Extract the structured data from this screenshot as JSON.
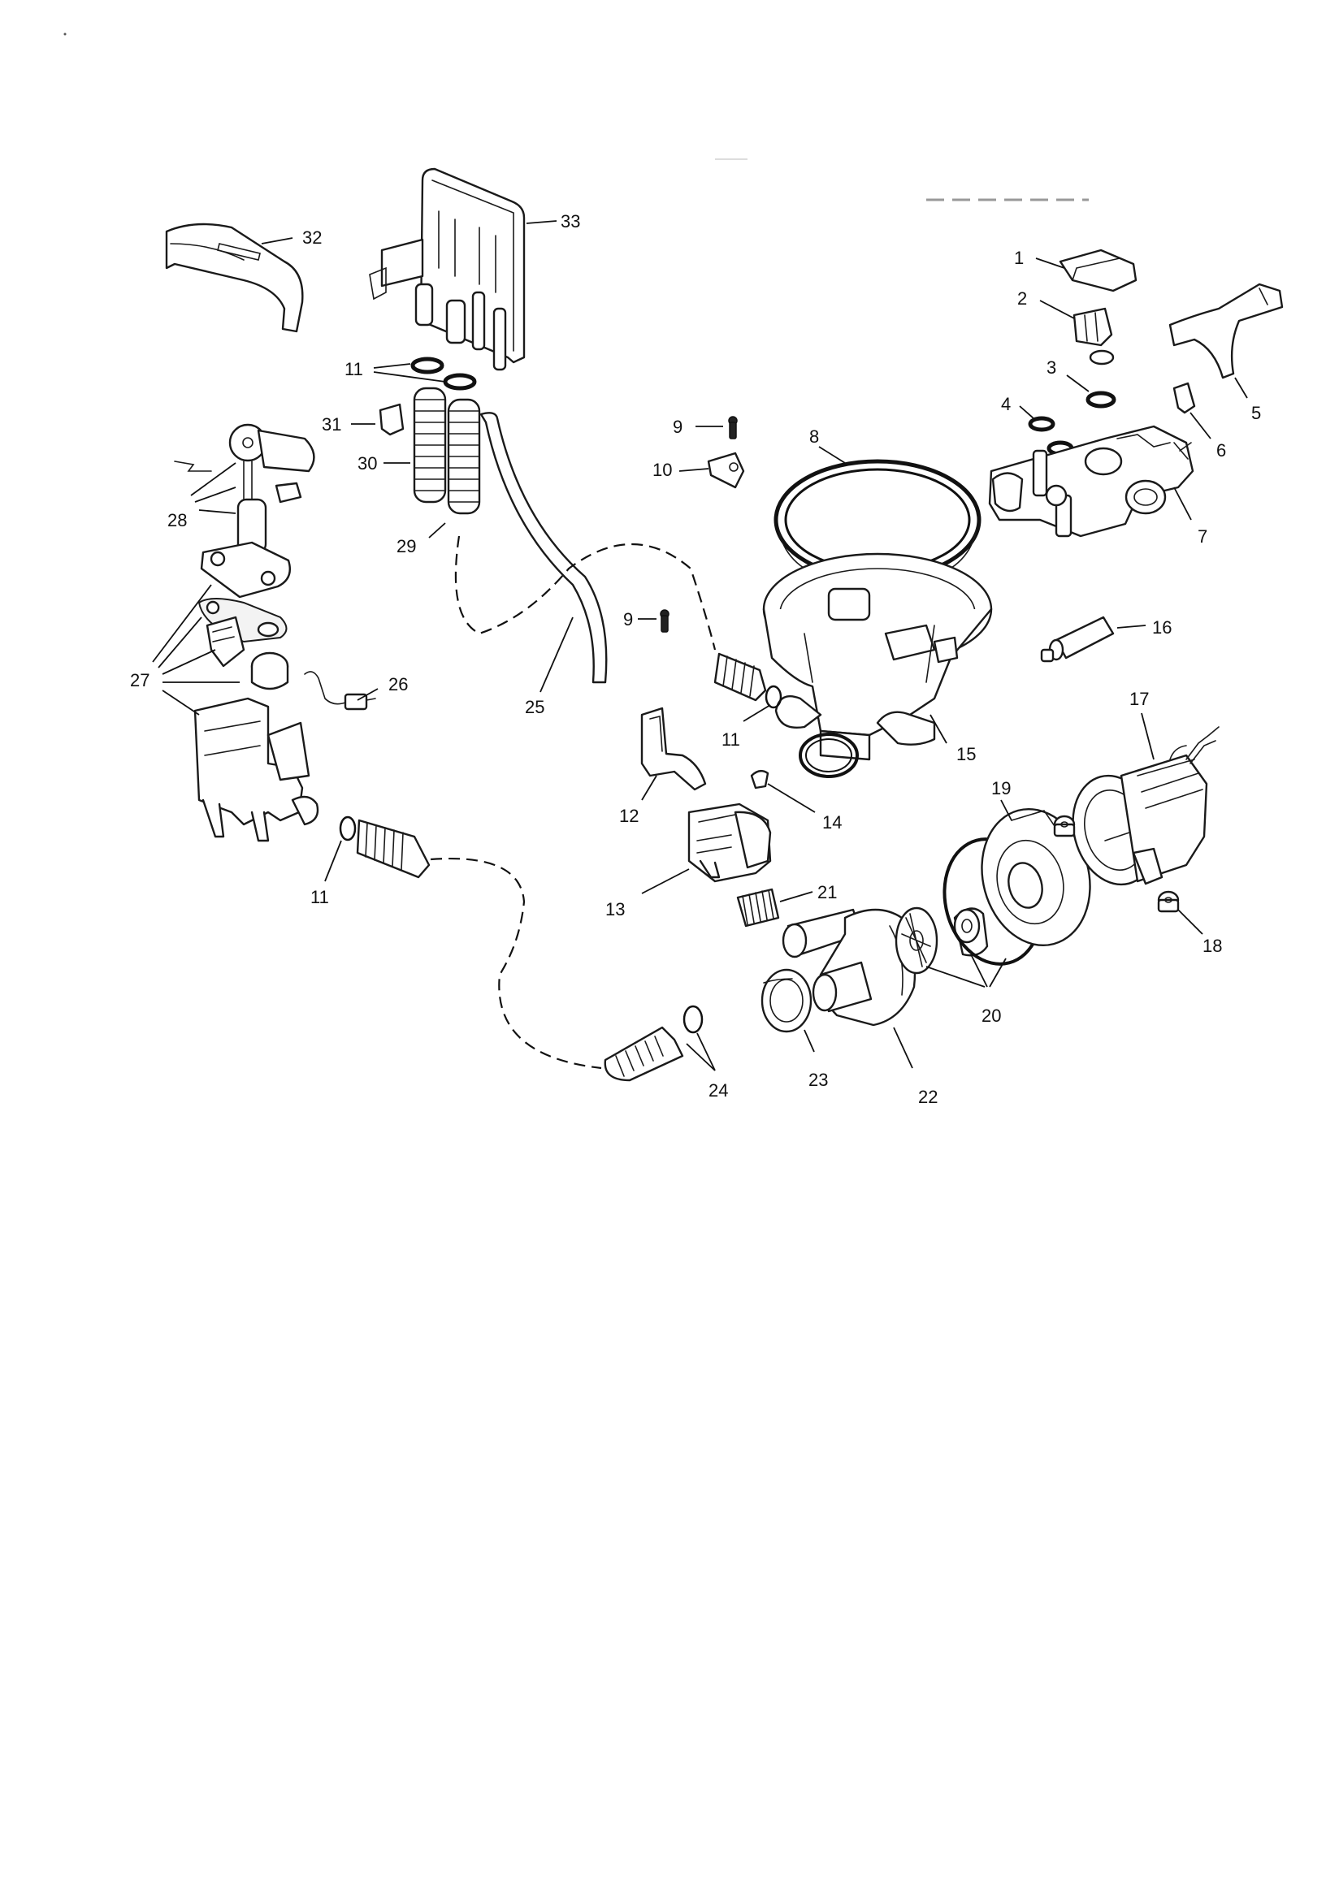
{
  "callouts": [
    {
      "id": "1",
      "text": "1"
    },
    {
      "id": "2",
      "text": "2"
    },
    {
      "id": "3",
      "text": "3"
    },
    {
      "id": "4",
      "text": "4"
    },
    {
      "id": "5",
      "text": "5"
    },
    {
      "id": "6",
      "text": "6"
    },
    {
      "id": "7",
      "text": "7"
    },
    {
      "id": "8",
      "text": "8"
    },
    {
      "id": "9a",
      "text": "9"
    },
    {
      "id": "9b",
      "text": "9"
    },
    {
      "id": "10",
      "text": "10"
    },
    {
      "id": "11a",
      "text": "11"
    },
    {
      "id": "11b",
      "text": "11"
    },
    {
      "id": "11c",
      "text": "11"
    },
    {
      "id": "12",
      "text": "12"
    },
    {
      "id": "13",
      "text": "13"
    },
    {
      "id": "14",
      "text": "14"
    },
    {
      "id": "15",
      "text": "15"
    },
    {
      "id": "16",
      "text": "16"
    },
    {
      "id": "17",
      "text": "17"
    },
    {
      "id": "18",
      "text": "18"
    },
    {
      "id": "19",
      "text": "19"
    },
    {
      "id": "20",
      "text": "20"
    },
    {
      "id": "21",
      "text": "21"
    },
    {
      "id": "22",
      "text": "22"
    },
    {
      "id": "23",
      "text": "23"
    },
    {
      "id": "24",
      "text": "24"
    },
    {
      "id": "25",
      "text": "25"
    },
    {
      "id": "26",
      "text": "26"
    },
    {
      "id": "27",
      "text": "27"
    },
    {
      "id": "28",
      "text": "28"
    },
    {
      "id": "29",
      "text": "29"
    },
    {
      "id": "30",
      "text": "30"
    },
    {
      "id": "31",
      "text": "31"
    },
    {
      "id": "32",
      "text": "32"
    },
    {
      "id": "33",
      "text": "33"
    }
  ]
}
